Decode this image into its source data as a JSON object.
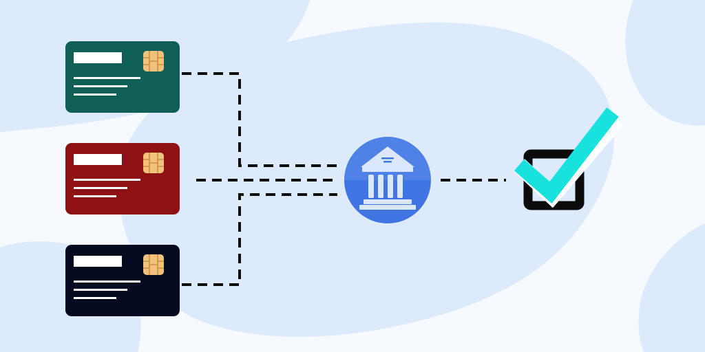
{
  "colors": {
    "background": "#f6f9fe",
    "blob": "#dceafb",
    "card_green": "#0f5f57",
    "card_red": "#8e1214",
    "card_navy": "#050a20",
    "chip": "#f2c27c",
    "chip_line": "#c88f45",
    "card_lines": "#ffffff",
    "connector": "#0b0b0b",
    "bank_circle": "#3f74e2",
    "bank_circle_light": "#6f9af0",
    "bank_building": "#dbe7ff",
    "checkbox": "#0b0b0b",
    "checkmark": "#19e1dc"
  },
  "cards": [
    {
      "id": "card-green",
      "color_key": "card_green"
    },
    {
      "id": "card-red",
      "color_key": "card_red"
    },
    {
      "id": "card-navy",
      "color_key": "card_navy"
    }
  ],
  "icons": {
    "chip": "card-chip-icon",
    "bank": "bank-building-icon",
    "checkbox": "checkbox-icon",
    "check": "checkmark-icon"
  }
}
